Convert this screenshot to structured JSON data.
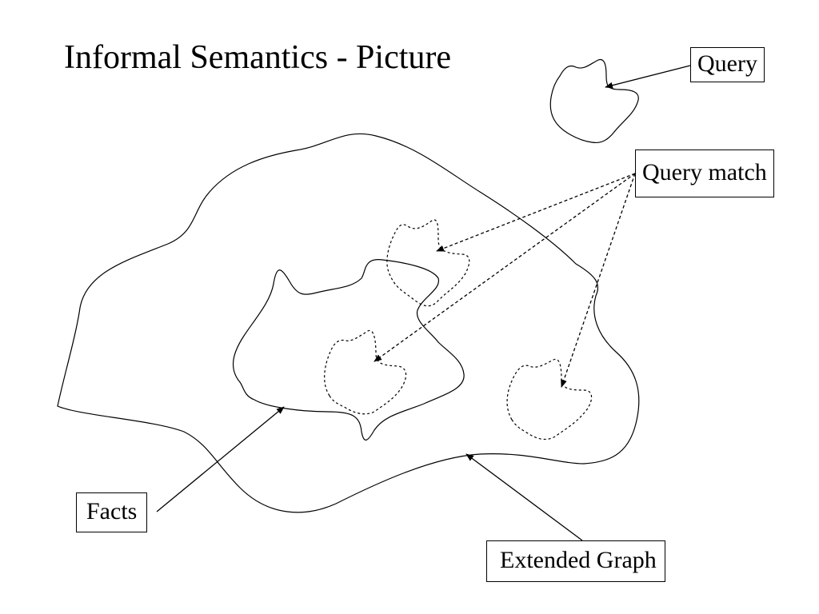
{
  "slide": {
    "title": "Informal Semantics - Picture"
  },
  "labels": {
    "query": "Query",
    "query_match": "Query match",
    "facts": "Facts",
    "extended_graph": "Extended Graph"
  },
  "colors": {
    "background": "#ffffff",
    "ink": "#000000"
  }
}
